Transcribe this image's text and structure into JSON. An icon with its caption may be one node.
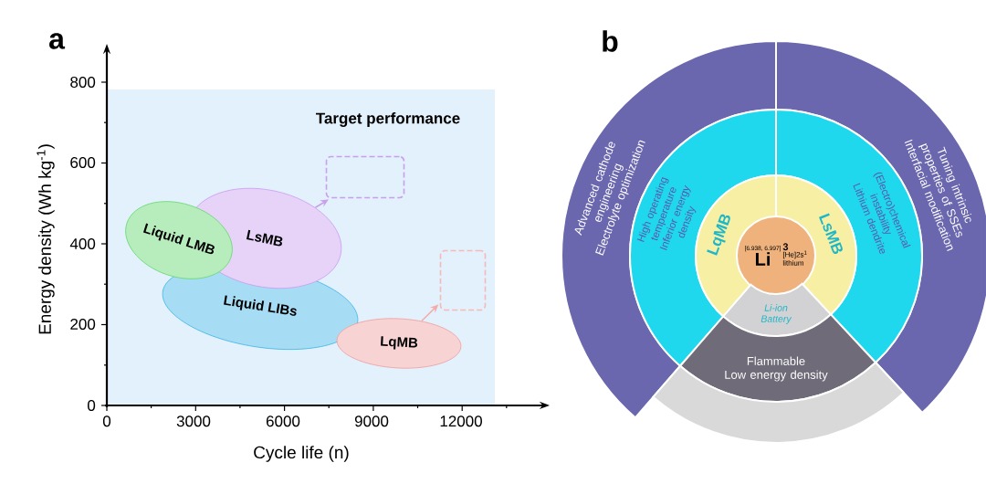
{
  "diagram": {
    "nodes": [
      {
        "text": [
          "Liquid LMB"
        ]
      },
      {
        "text": [
          "LsMB"
        ]
      },
      {
        "text": [
          "Liquid LIBs"
        ]
      },
      {
        "text": [
          "LqMB"
        ]
      },
      {
        "text": [],
        "shape": "box"
      },
      {
        "text": [],
        "shape": "box"
      },
      {
        "text": [
          "Advanced cathode engineering",
          "Electrolyte optimization"
        ]
      },
      {
        "text": [
          "Tuning intrinsic properties of SSEs",
          "Interfacial modification"
        ]
      },
      {
        "text": [
          "High operating temperature",
          "Inferior energy density"
        ]
      },
      {
        "text": [
          "(Electro)chemical instability",
          "Lithium dendrite"
        ]
      },
      {
        "text": [
          "LqMB"
        ]
      },
      {
        "text": [
          "LsMB"
        ]
      },
      {
        "text": [
          "[6.938, 6.997]",
          "3",
          "Li",
          "[He]2s$^{1}$",
          "lithium"
        ]
      },
      {
        "text": [
          "Li-ion Battery"
        ]
      },
      {
        "text": [
          "Flammable",
          "Low energy density"
        ]
      },
      {
        "text": [],
        "shape": "sector"
      }
    ],
    "edges": [
      {
        "from": 1,
        "to": 4,
        "arrow": "to",
        "color": "#c9a0ec"
      },
      {
        "from": 3,
        "to": 5,
        "arrow": "to",
        "color": "#f4aaaa"
      }
    ],
    "labels": [
      "a",
      "Target performance",
      "800",
      "600",
      "400",
      "200",
      "0",
      "0",
      "3000",
      "6000",
      "9000",
      "12000",
      "Cycle life (n)",
      "Energy density (Wh kg$^{-1}$)",
      "b"
    ]
  }
}
